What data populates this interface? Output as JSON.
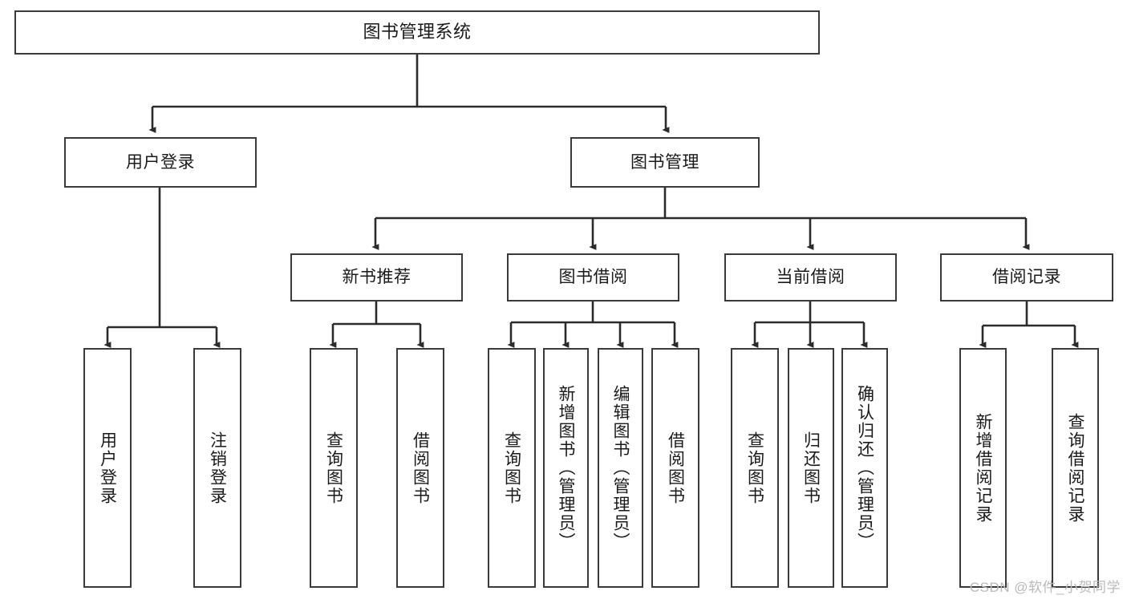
{
  "diagram": {
    "title": "图书管理系统",
    "type": "tree",
    "orientation": "top-down",
    "colors": {
      "box_border": "#3a3a3a",
      "box_fill": "#ffffff",
      "edge": "#2b2b2b",
      "text": "#1a1a1a",
      "watermark": "#b9b9b9"
    },
    "nodes": {
      "root": {
        "label": "图书管理系统"
      },
      "level2": [
        {
          "label": "用户登录"
        },
        {
          "label": "图书管理"
        }
      ],
      "level3": [
        {
          "label": "新书推荐"
        },
        {
          "label": "图书借阅"
        },
        {
          "label": "当前借阅"
        },
        {
          "label": "借阅记录"
        }
      ],
      "leaves": {
        "user_login": [
          {
            "label": "用户登录"
          },
          {
            "label": "注销登录"
          }
        ],
        "new_book_recommend": [
          {
            "label": "查询图书"
          },
          {
            "label": "借阅图书"
          }
        ],
        "book_borrow": [
          {
            "label": "查询图书"
          },
          {
            "label": "新增图书（管理员）"
          },
          {
            "label": "编辑图书（管理员）"
          },
          {
            "label": "借阅图书"
          }
        ],
        "current_borrow": [
          {
            "label": "查询图书"
          },
          {
            "label": "归还图书"
          },
          {
            "label": "确认归还（管理员）"
          }
        ],
        "borrow_record": [
          {
            "label": "新增借阅记录"
          },
          {
            "label": "查询借阅记录"
          }
        ]
      }
    },
    "watermark": "CSDN @软件_小贺同学"
  }
}
